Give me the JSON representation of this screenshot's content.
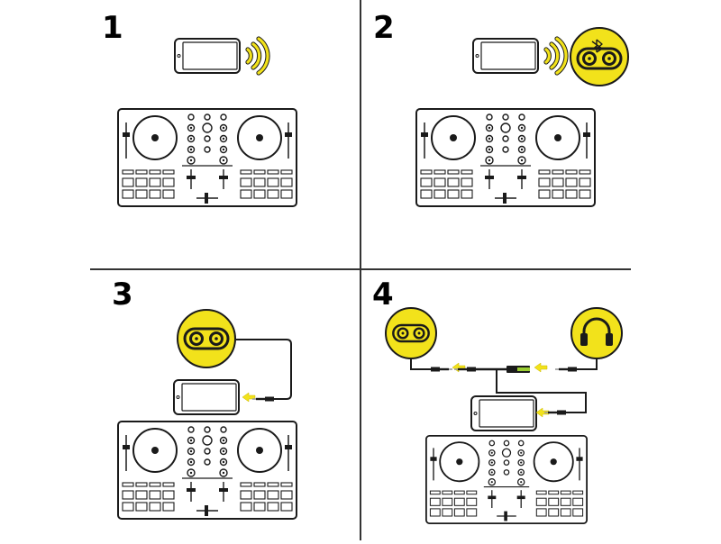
{
  "steps": [
    {
      "number": "1",
      "illustration": "phone-wireless-to-controller"
    },
    {
      "number": "2",
      "illustration": "phone-bluetooth-to-speaker"
    },
    {
      "number": "3",
      "illustration": "speaker-cable-to-phone"
    },
    {
      "number": "4",
      "illustration": "splitter-speaker-headphones"
    }
  ],
  "icons": {
    "wireless": "wifi-waves-icon",
    "bluetooth": "bluetooth-icon",
    "speaker": "speaker-icon",
    "headphones": "headphones-icon",
    "arrow": "arrow-left-icon",
    "phone": "smartphone-icon",
    "controller": "dj-controller-icon"
  },
  "colors": {
    "accent": "#f2e21b",
    "line": "#1a1a1a",
    "panel_divider": "#333333",
    "background": "#ffffff"
  }
}
